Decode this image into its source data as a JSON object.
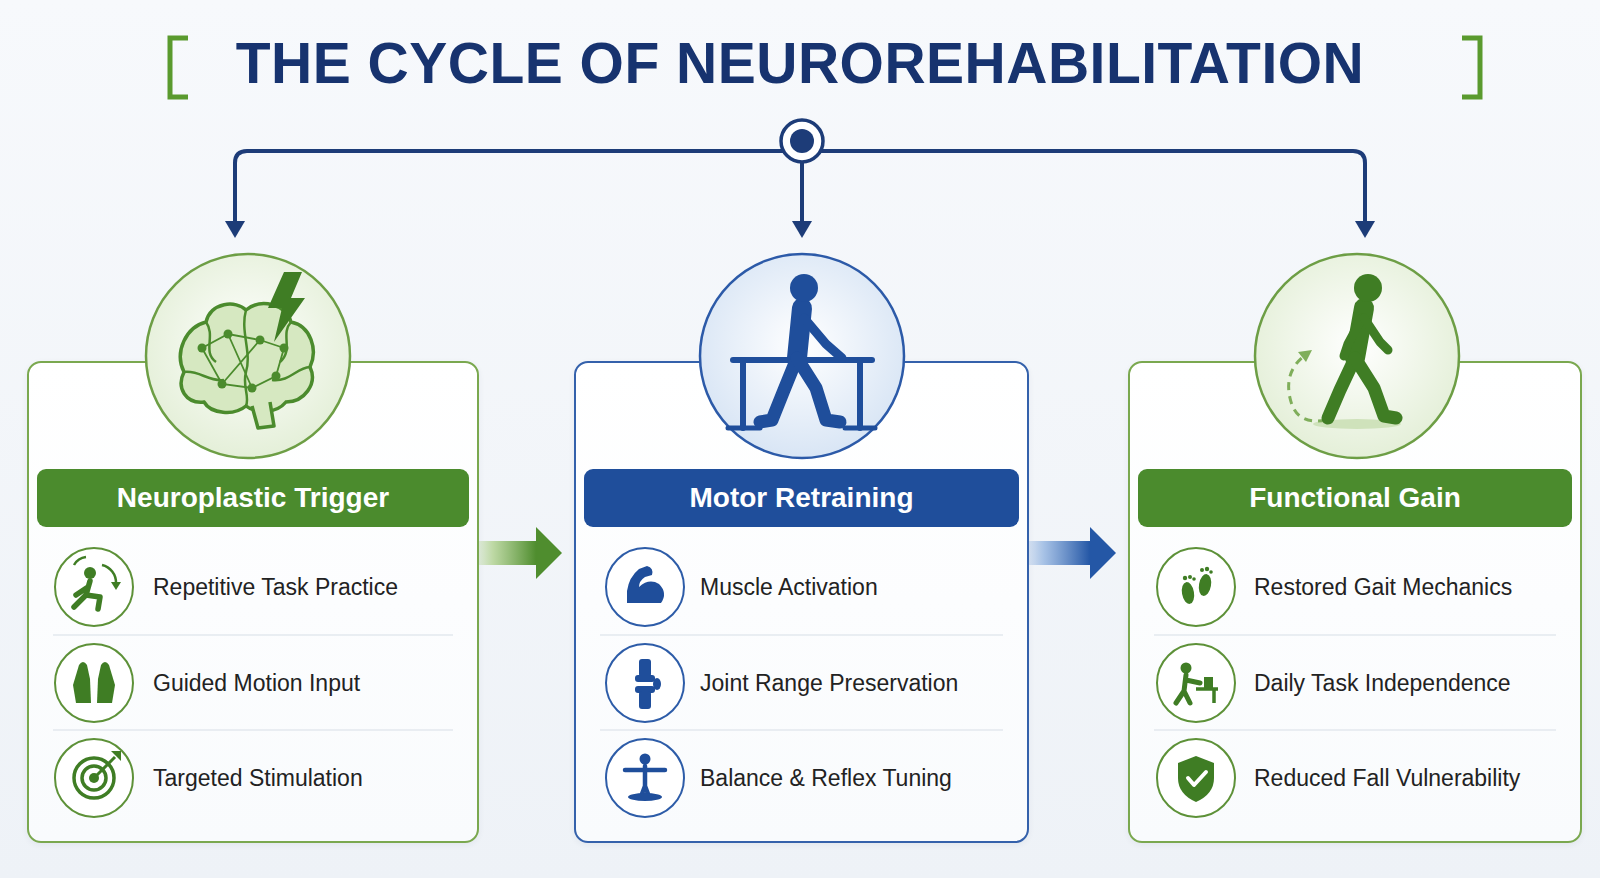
{
  "diagram": {
    "title": "THE CYCLE OF NEUROREHABILITATION",
    "nodes": [
      {
        "text": [
          "Repetitive Task Practice",
          "Guided Motion Input",
          "Targeted Stimulation"
        ]
      },
      {
        "text": [
          "Neuroplastic Trigger"
        ],
        "in": 0
      },
      {
        "text": [
          "Muscle Activation",
          "Joint Range Preservation",
          "Balance & Reflex Tuning"
        ]
      },
      {
        "text": [
          "Motor Retraining"
        ],
        "in": 2
      },
      {
        "text": [
          "Restored Gait Mechanics",
          "Daily Task Independence",
          "Reduced Fall Vulnerability"
        ]
      },
      {
        "text": [
          "Functional Gain"
        ],
        "in": 4
      }
    ],
    "edges": [
      {
        "from": 0,
        "to": 2,
        "arrow": "to"
      },
      {
        "from": 2,
        "to": 4,
        "arrow": "to"
      }
    ]
  }
}
